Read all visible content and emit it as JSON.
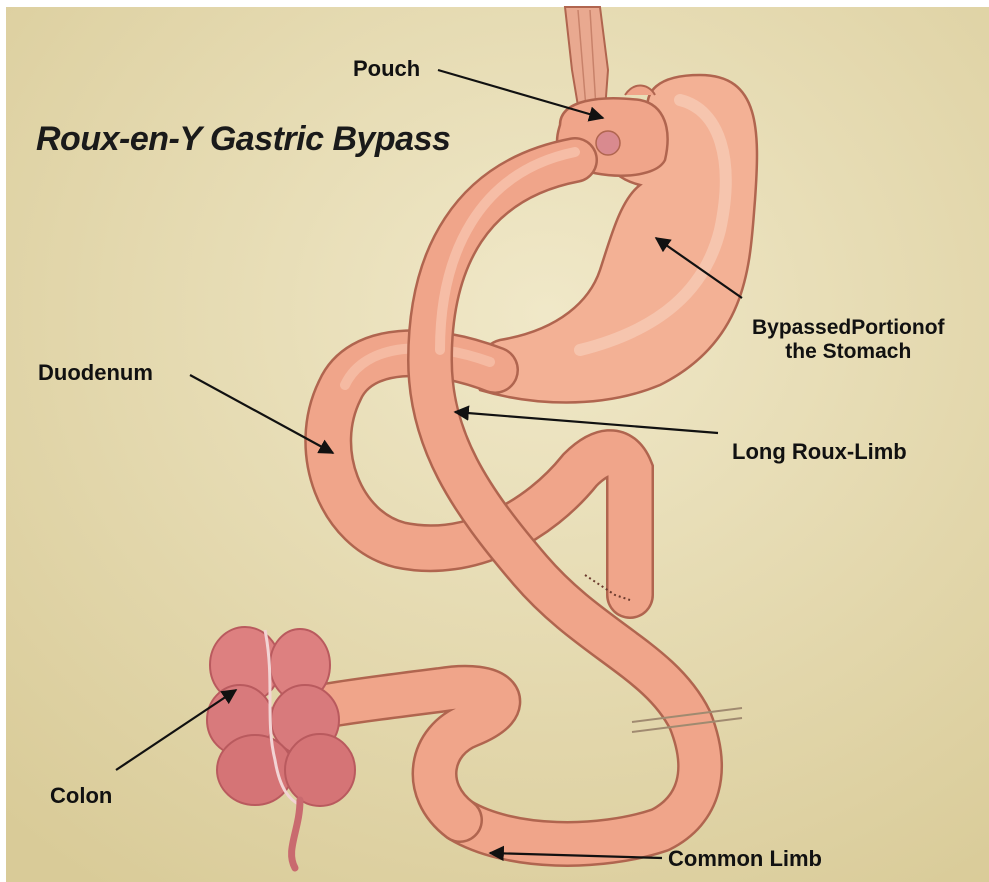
{
  "diagram": {
    "title": "Roux-en-Y Gastric Bypass",
    "labels": {
      "pouch": "Pouch",
      "bypassed_line1": "BypassedPortionof",
      "bypassed_line2": "the Stomach",
      "duodenum": "Duodenum",
      "long_roux_limb": "Long Roux-Limb",
      "colon": "Colon",
      "common_limb": "Common Limb"
    },
    "colors": {
      "background": "#e7dcb4",
      "intestine": "#f0a58a",
      "intestine_highlight": "#f8c8b2",
      "outline": "#b0654f",
      "colon": "#dd8080",
      "colon_dark": "#b95a5e",
      "arrow": "#111111"
    }
  }
}
